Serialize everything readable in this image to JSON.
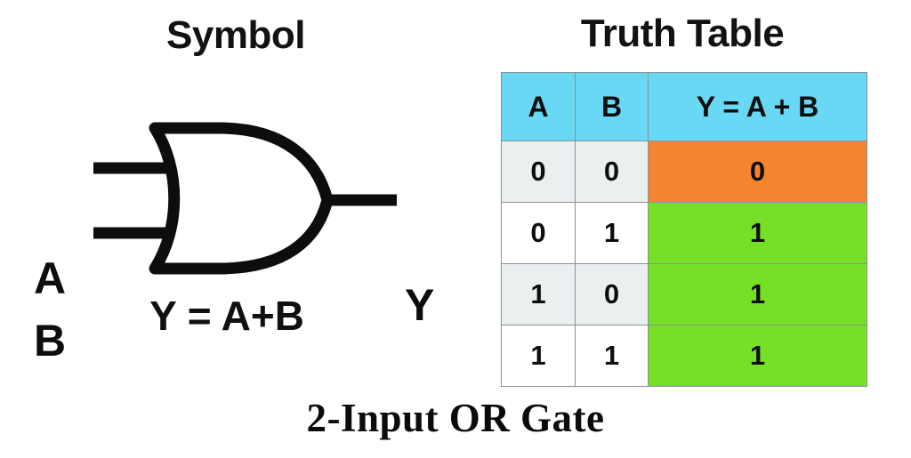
{
  "sections": {
    "symbol_title": "Symbol",
    "truth_table_title": "Truth Table"
  },
  "symbol": {
    "input_a_label": "A",
    "input_b_label": "B",
    "output_label": "Y",
    "equation": "Y = A+B",
    "gate_type": "or-gate"
  },
  "truth_table": {
    "headers": [
      "A",
      "B",
      "Y = A + B"
    ],
    "rows": [
      {
        "a": "0",
        "b": "0",
        "y": "0",
        "result": "false"
      },
      {
        "a": "0",
        "b": "1",
        "y": "1",
        "result": "true"
      },
      {
        "a": "1",
        "b": "0",
        "y": "1",
        "result": "true"
      },
      {
        "a": "1",
        "b": "1",
        "y": "1",
        "result": "true"
      }
    ]
  },
  "caption": "2-Input OR Gate",
  "colors": {
    "header_cyan": "#68d8f4",
    "result_false_orange": "#f4842f",
    "result_true_green": "#76e027",
    "row_alt_gray": "#eceff0",
    "row_plain_white": "#ffffff",
    "border_gray": "#8a9296",
    "ink_black": "#0d0d0d",
    "background": "#ffffff"
  }
}
